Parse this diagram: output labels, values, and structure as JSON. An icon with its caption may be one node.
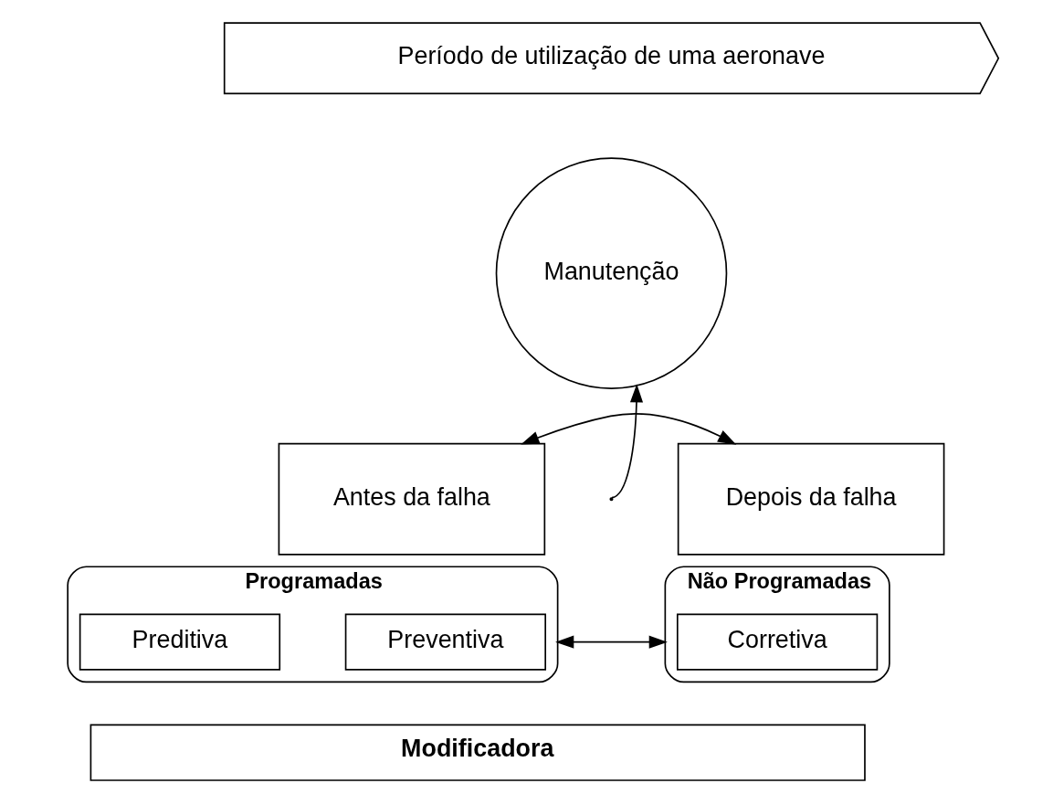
{
  "diagram": {
    "nodes": [
      {
        "text": [
          "Período de utilização de uma aeronave"
        ]
      },
      {
        "text": [
          "Manutenção"
        ]
      },
      {
        "text": [
          "Antes da falha"
        ]
      },
      {
        "text": [
          "Depois da falha"
        ]
      },
      {
        "text": [
          "Programadas"
        ]
      },
      {
        "text": [
          "Preventiva"
        ],
        "in": 4
      },
      {
        "text": [
          "Preditiva"
        ],
        "in": 4
      },
      {
        "text": [
          "Não Programadas"
        ]
      },
      {
        "text": [
          "Corretiva"
        ],
        "in": 7
      },
      {
        "text": [
          "Modificadora"
        ]
      }
    ],
    "edges": [
      {
        "from": 2,
        "to": 3,
        "arrow": "both"
      },
      {
        "from": null,
        "to": 1,
        "arrow": "to"
      },
      {
        "from": 4,
        "to": 7,
        "arrow": "both"
      }
    ]
  }
}
